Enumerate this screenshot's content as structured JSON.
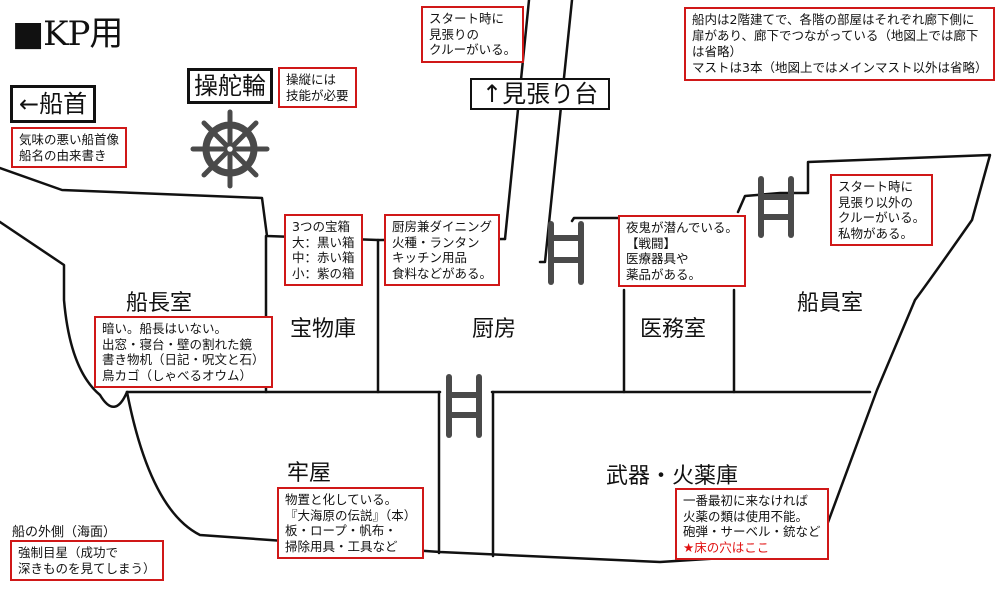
{
  "title": "■KP用",
  "labels": {
    "bow": "←船首",
    "helm": "操舵輪",
    "lookout": "↑見張り台"
  },
  "rooms": {
    "captain": "船長室",
    "treasury": "宝物庫",
    "kitchen": "厨房",
    "infirmary": "医務室",
    "crew": "船員室",
    "brig": "牢屋",
    "armory": "武器・火薬庫"
  },
  "notes": {
    "bow": "気味の悪い船首像\n船名の由来書き",
    "helm": "操縦には\n技能が必要",
    "lookout": "スタート時に\n見張りの\nクルーがいる。",
    "general": "船内は2階建てで、各階の部屋はそれぞれ廊下側に\n扉があり、廊下でつながっている（地図上では廊下\nは省略）\nマストは3本（地図上ではメインマスト以外は省略）",
    "treasury": "3つの宝箱\n大：黒い箱\n中：赤い箱\n小：紫の箱",
    "kitchen": "厨房兼ダイニング\n火種・ランタン\nキッチン用品\n食料などがある。",
    "infirmary": "夜鬼が潜んでいる。\n【戦闘】\n医療器具や\n薬品がある。",
    "crew": "スタート時に\n見張り以外の\nクルーがいる。\n私物がある。",
    "captain": "暗い。船長はいない。\n出窓・寝台・壁の割れた鏡\n書き物机（日記・呪文と石）\n鳥カゴ（しゃべるオウム）",
    "brig": "物置と化している。\n『大海原の伝説』（本）\n板・ロープ・帆布・\n掃除用具・工具など",
    "armory": "一番最初に来なければ\n火薬の類は使用不能。\n砲弾・サーベル・銃など",
    "armory_highlight": "★床の穴はここ",
    "outside_title": "船の外側（海面）",
    "outside": "強制目星（成功で\n深きものを見てしまう）"
  },
  "icons": {
    "helm_wheel": "ship-wheel-icon",
    "ladder": "ladder-icon"
  },
  "colors": {
    "note_border": "#d01818",
    "highlight_text": "#e01010",
    "icon_gray": "#4a4a4a",
    "line": "#111111"
  }
}
